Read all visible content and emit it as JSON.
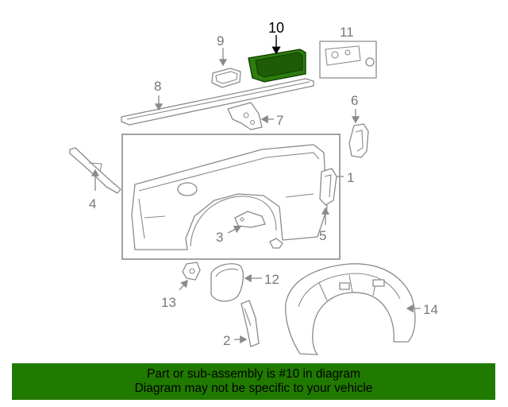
{
  "diagram": {
    "callouts": [
      {
        "id": "1",
        "label": "1"
      },
      {
        "id": "2",
        "label": "2"
      },
      {
        "id": "3",
        "label": "3"
      },
      {
        "id": "4",
        "label": "4"
      },
      {
        "id": "5",
        "label": "5"
      },
      {
        "id": "6",
        "label": "6"
      },
      {
        "id": "7",
        "label": "7"
      },
      {
        "id": "8",
        "label": "8"
      },
      {
        "id": "9",
        "label": "9"
      },
      {
        "id": "10",
        "label": "10"
      },
      {
        "id": "11",
        "label": "11"
      },
      {
        "id": "12",
        "label": "12"
      },
      {
        "id": "13",
        "label": "13"
      },
      {
        "id": "14",
        "label": "14"
      }
    ],
    "highlighted_part": "10",
    "colors": {
      "highlight_fill": "#2e7d0f",
      "line": "#8a8a8a",
      "banner_bg": "#217a00"
    }
  },
  "banner": {
    "line1": "Part or sub-assembly is #10 in diagram",
    "line2": "Diagram may not be specific to your vehicle"
  }
}
